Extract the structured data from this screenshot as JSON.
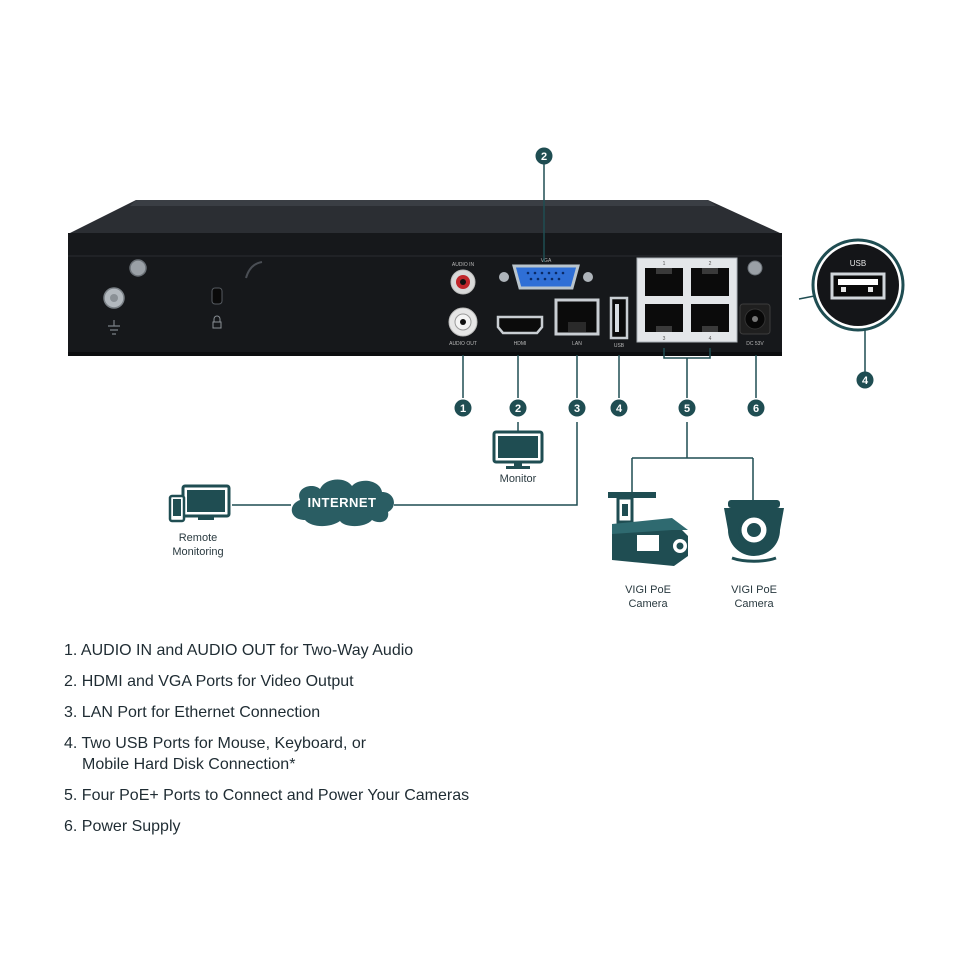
{
  "device": {
    "port_labels": {
      "audio_in": "AUDIO IN",
      "audio_out": "AUDIO OUT",
      "vga": "VGA",
      "hdmi": "HDMI",
      "lan": "LAN",
      "usb": "USB",
      "poe_1": "1",
      "poe_2": "2",
      "poe_3": "3",
      "poe_4": "4",
      "dc": "DC 53V"
    }
  },
  "callouts": {
    "n1": "1",
    "n2_top": "2",
    "n2": "2",
    "n3": "3",
    "n4": "4",
    "n4_zoom": "4",
    "n5": "5",
    "n6": "6"
  },
  "zoom": {
    "label": "USB"
  },
  "network": {
    "monitor_label": "Monitor",
    "internet_label": "INTERNET",
    "remote_line1": "Remote",
    "remote_line2": "Monitoring",
    "camera1_line1": "VIGI PoE",
    "camera1_line2": "Camera",
    "camera2_line1": "VIGI PoE",
    "camera2_line2": "Camera"
  },
  "features": [
    "1. AUDIO IN and AUDIO OUT for Two-Way Audio",
    "2. HDMI and VGA Ports for Video Output",
    "3. LAN Port for Ethernet Connection",
    "4. Two USB Ports for Mouse, Keyboard, or",
    "Mobile Hard Disk Connection*",
    "5. Four PoE+ Ports to Connect and Power Your Cameras",
    "6. Power Supply"
  ],
  "colors": {
    "callout": "#1f4d52",
    "line": "#1f4d52",
    "device": "#1a1c1f",
    "cloud": "#2a5d63"
  }
}
